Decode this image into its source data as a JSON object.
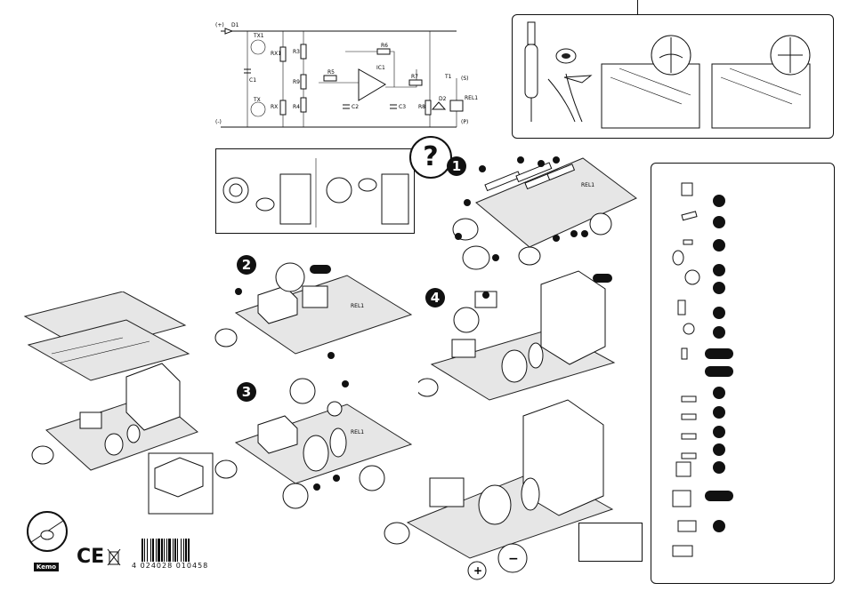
{
  "schematic": {
    "labels": [
      "(+)",
      "D1",
      "TX1",
      "RX1",
      "R3",
      "R6",
      "IC1",
      "R9",
      "R5",
      "R7",
      "T1",
      "(S)",
      "C1",
      "TX",
      "RX",
      "R4",
      "C2",
      "C3",
      "R8",
      "D2",
      "REL1",
      "(-)",
      "(P)"
    ]
  },
  "steps": {
    "question": "?",
    "step1": "1",
    "step2": "2",
    "step3": "3",
    "step4": "4"
  },
  "pcb_labels": {
    "rel": "REL1",
    "ic": "IC1"
  },
  "polarity": {
    "plus": "+",
    "minus": "−"
  },
  "brand": {
    "logo": "Kemo",
    "ce": "CE",
    "barcode_number": "4 024028 010458"
  },
  "colors": {
    "ink": "#111111",
    "board": "#e6e6e6"
  }
}
